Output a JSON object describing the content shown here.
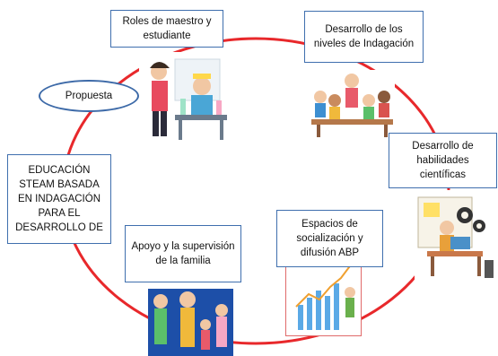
{
  "colors": {
    "ring": "#e8282b",
    "box_border": "#3f6fae",
    "ellipse_border": "#3d6aa8"
  },
  "nodes": {
    "roles": "Roles de maestro y estudiante",
    "indagacion": "Desarrollo de los niveles de Indagación",
    "habilidades": "Desarrollo de habilidades científicas",
    "espacios": "Espacios de socialización y difusión ABP",
    "apoyo": "Apoyo y la supervisión de la familia",
    "educacion": "EDUCACIÓN STEAM BASADA EN INDAGACIÓN PARA EL DESARROLLO DE",
    "propuesta": "Propuesta"
  },
  "illustrations": [
    "teacher-student-lab",
    "kids-at-table",
    "person-with-gears",
    "growth-chart",
    "family-group"
  ]
}
